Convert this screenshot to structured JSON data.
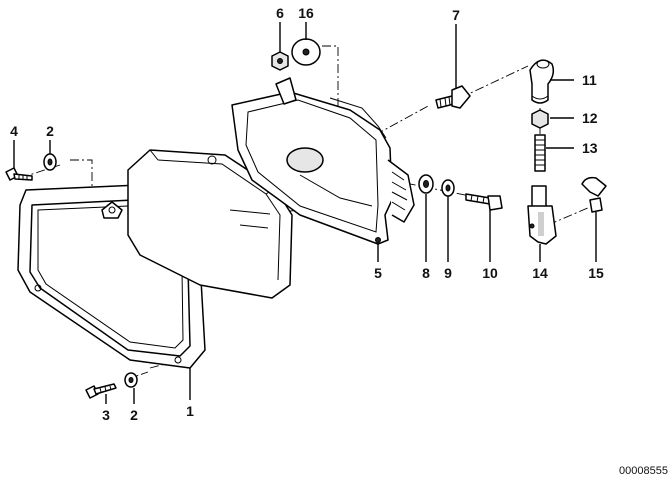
{
  "diagram": {
    "type": "exploded parts diagram",
    "part_numbers": {
      "p1": "1",
      "p2a": "2",
      "p2b": "2",
      "p3": "3",
      "p4": "4",
      "p5": "5",
      "p6": "6",
      "p7": "7",
      "p8": "8",
      "p9": "9",
      "p10": "10",
      "p11": "11",
      "p12": "12",
      "p13": "13",
      "p14": "14",
      "p15": "15",
      "p16": "16"
    },
    "document_id": "00008555"
  }
}
